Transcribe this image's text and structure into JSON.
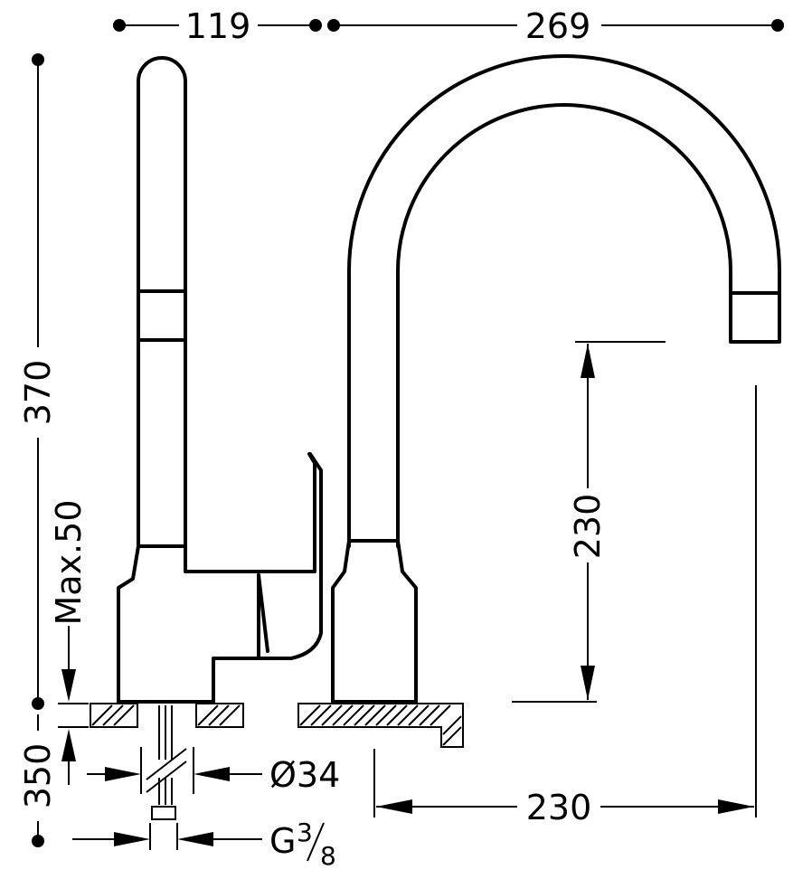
{
  "dimensions": {
    "base_width": "119",
    "spout_reach": "269",
    "total_height": "370",
    "max_counter_thickness": "Max.50",
    "spout_clearance": "230",
    "spout_projection": "230",
    "shank_length": "350",
    "hole_diameter": "Ø34",
    "thread_prefix": "G",
    "thread_numerator": "3",
    "thread_denominator": "8"
  }
}
